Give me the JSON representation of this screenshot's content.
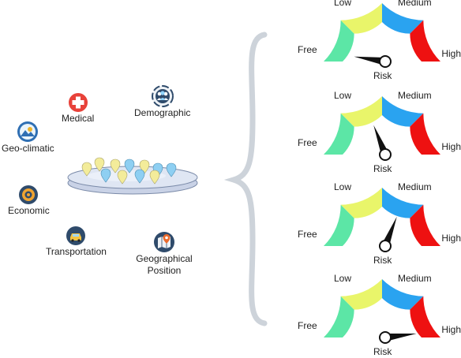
{
  "factors": {
    "medical": "Medical",
    "demographic": "Demographic",
    "geo_climatic": "Geo-climatic",
    "economic": "Economic",
    "transportation": "Transportation",
    "geographical_position": "Geographical Position"
  },
  "gauge_labels": {
    "free": "Free",
    "low": "Low",
    "medium": "Medium",
    "high": "High",
    "risk": "Risk"
  },
  "gauges": [
    {
      "level": 0.05
    },
    {
      "level": 0.38
    },
    {
      "level": 0.62
    },
    {
      "level": 0.96
    }
  ],
  "colors": {
    "free": "#5ce6a6",
    "low": "#e9f56a",
    "medium": "#2aa3f0",
    "high": "#ee1111",
    "brace": "#cdd3da",
    "medical_icon": "#e8423a",
    "icon_dark": "#2f4b6b"
  },
  "icons": {
    "medical": "medical-cross-icon",
    "demographic": "people-group-icon",
    "geo_climatic": "sun-mountain-icon",
    "economic": "coin-icon",
    "transportation": "taxi-icon",
    "geographical_position": "map-pin-icon"
  }
}
